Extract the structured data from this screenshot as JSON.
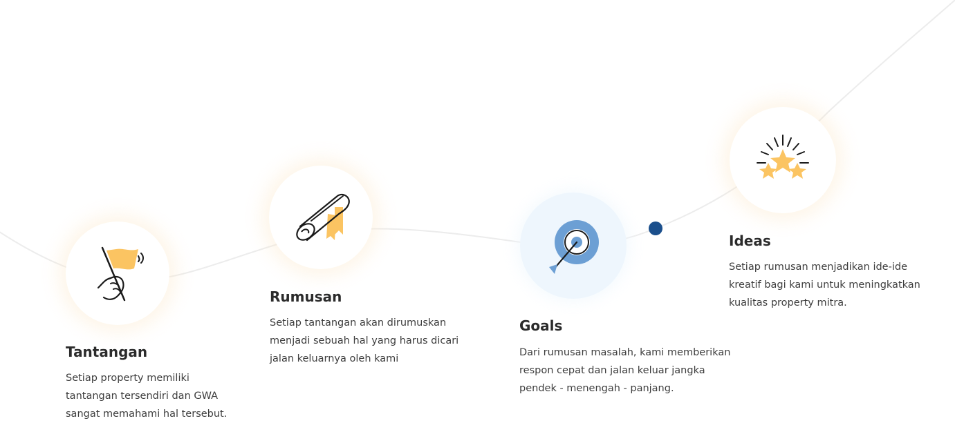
{
  "steps": [
    {
      "title": "Tantangan",
      "lines": [
        "Setiap property memiliki",
        "tantangan tersendiri dan GWA",
        "sangat memahami hal tersebut."
      ],
      "icon": "flag-icon"
    },
    {
      "title": "Rumusan",
      "lines": [
        "Setiap tantangan akan dirumuskan",
        "menjadi sebuah hal yang harus dicari",
        "jalan keluarnya oleh kami"
      ],
      "icon": "scroll-icon"
    },
    {
      "title": "Goals",
      "lines": [
        "Dari rumusan masalah, kami memberikan",
        "respon cepat dan jalan keluar jangka",
        "pendek - menengah - panjang."
      ],
      "icon": "target-icon"
    },
    {
      "title": "Ideas",
      "lines": [
        "Setiap rumusan menjadikan ide-ide",
        "kreatif bagi kami untuk meningkatkan",
        "kualitas property mitra."
      ],
      "icon": "stars-icon"
    }
  ],
  "colors": {
    "accent_yellow": "#fbc462",
    "accent_blue": "#6c9fd4",
    "dot_blue": "#1b4f8c",
    "wave": "#ececec",
    "text": "#2b2b2b"
  }
}
